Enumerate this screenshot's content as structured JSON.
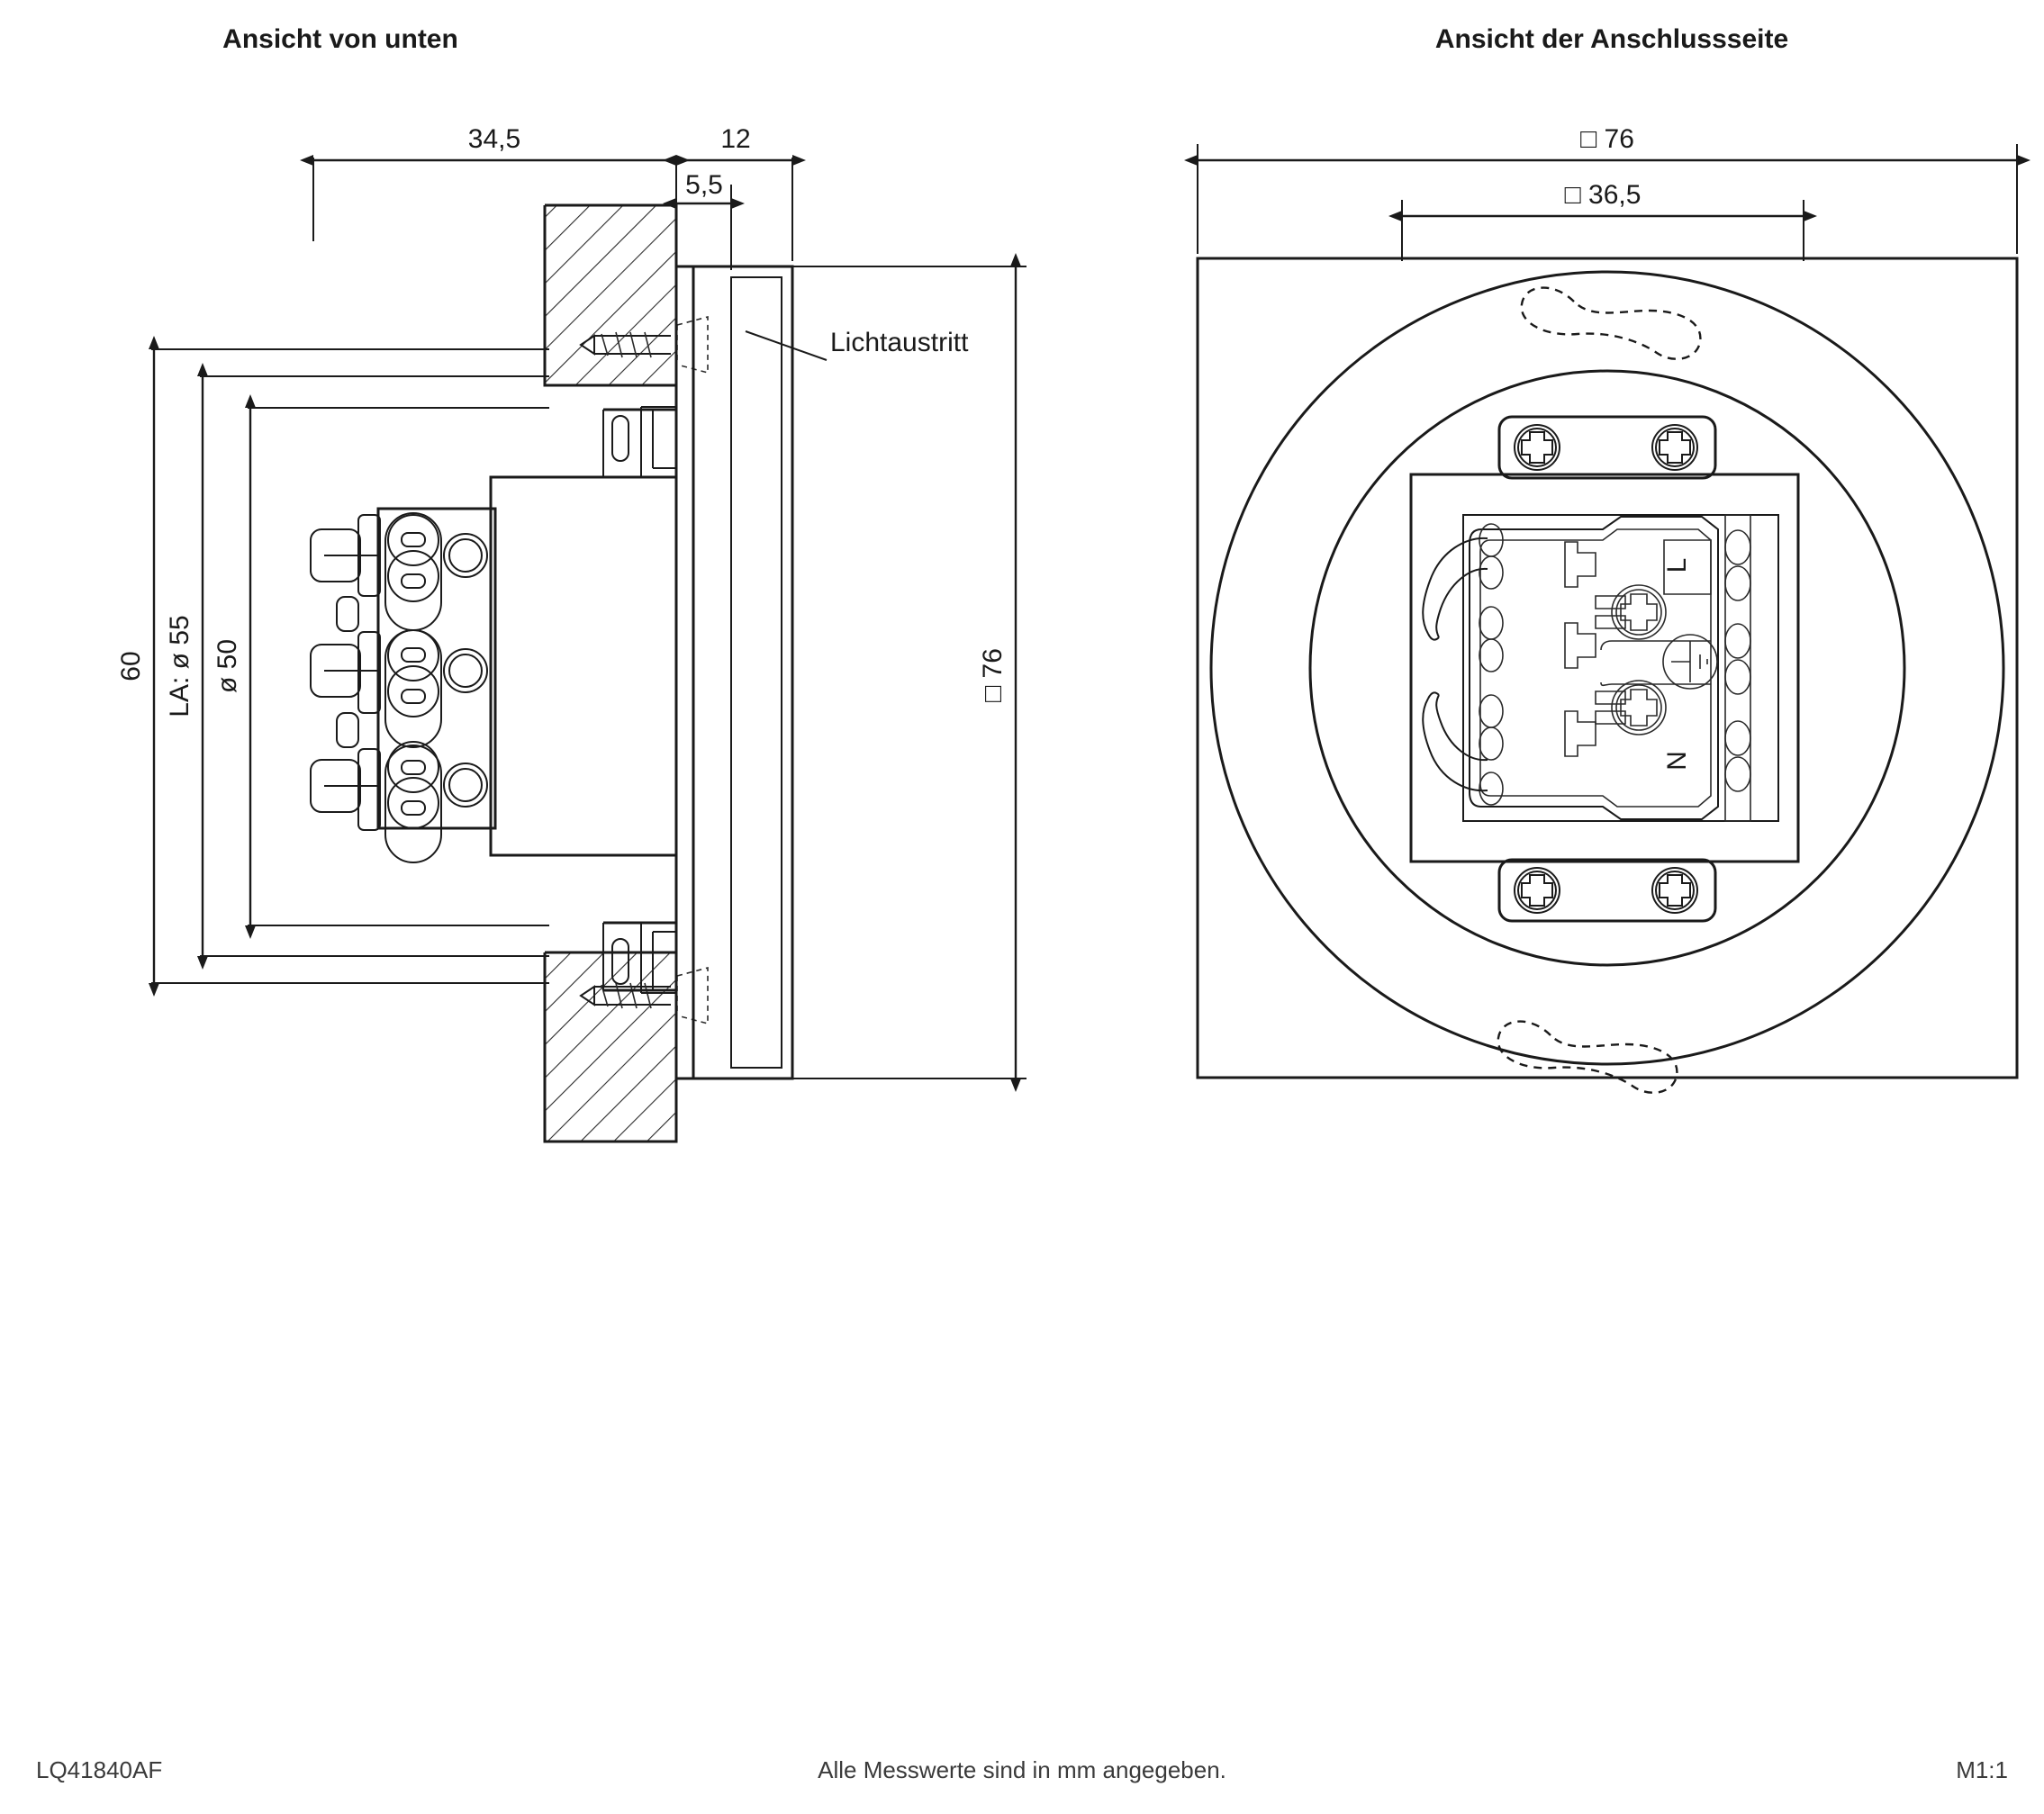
{
  "document": {
    "type": "technical-dimension-drawing",
    "units_note": "Alle Messwerte sind in mm angegeben.",
    "part_number": "LQ41840AF",
    "scale": "M1:1"
  },
  "views": {
    "left": {
      "title": "Ansicht von unten",
      "callout_label": "Lichtaustritt",
      "dimensions": {
        "depth_recess": "34,5",
        "faceplate_total": "12",
        "faceplate_lip": "5,5",
        "height_outer": "60",
        "cutout_diameter": "LA: ø 55",
        "body_diameter": "ø 50",
        "faceplate_square": "□ 76"
      }
    },
    "right": {
      "title": "Ansicht der Anschlussseite",
      "dimensions": {
        "plate_square": "□ 76",
        "inner_square": "□ 36,5"
      },
      "terminal_markings": {
        "live": "L",
        "neutral": "N",
        "earth": "earth-symbol"
      }
    }
  },
  "footer": {
    "left": "LQ41840AF",
    "center": "Alle Messwerte sind in mm angegeben.",
    "right": "M1:1"
  },
  "icons": {
    "diameter_symbol": "ø",
    "square_symbol": "□",
    "arrow_marker": "dimension-arrow",
    "screw": "screw-icon",
    "phillips_screw": "phillips-screw-icon",
    "earth": "earth-terminal-icon"
  },
  "colors": {
    "line": "#1a1a1a",
    "background": "#ffffff",
    "hatch": "#2a2a2a",
    "footer_text": "#3a3a3a"
  }
}
